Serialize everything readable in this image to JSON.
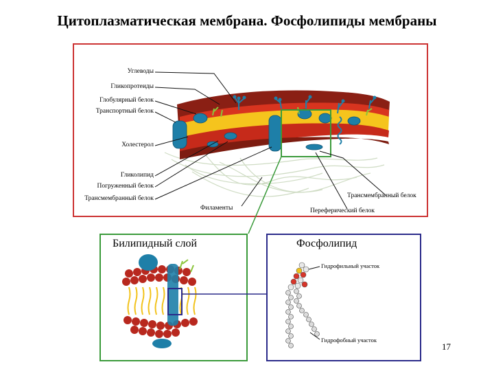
{
  "title": "Цитоплазматическая мембрана. Фосфолипиды мембраны",
  "membrane_labels": {
    "carbohydrates": "Углеводы",
    "glycoproteins": "Гликопротеиды",
    "globular_protein": "Глобулярный белок",
    "transport_protein": "Транспортный белок",
    "cholesterol": "Холестерол",
    "glycolipid": "Гликолипид",
    "embedded_protein": "Погруженный белок",
    "transmembrane_protein_left": "Трансмембранный белок",
    "filaments": "Филаменты",
    "transmembrane_protein_right": "Трансмембранный белок",
    "peripheral_protein": "Переферический белок"
  },
  "bilayer": {
    "title": "Билипидный слой"
  },
  "phospholipid": {
    "title": "Фосфолипид",
    "hydrophilic": "Гидрофильный участок",
    "hydrophobic": "Гидрофобный участок"
  },
  "page_number": "17",
  "colors": {
    "title_frame_main": "#cc3333",
    "frame_bilayer": "#3a9a3a",
    "frame_phospholipid": "#2a2a8a",
    "protein": "#1e7fa8",
    "lipid_head": "#b8281e",
    "lipid_tail": "#f2c21a"
  }
}
